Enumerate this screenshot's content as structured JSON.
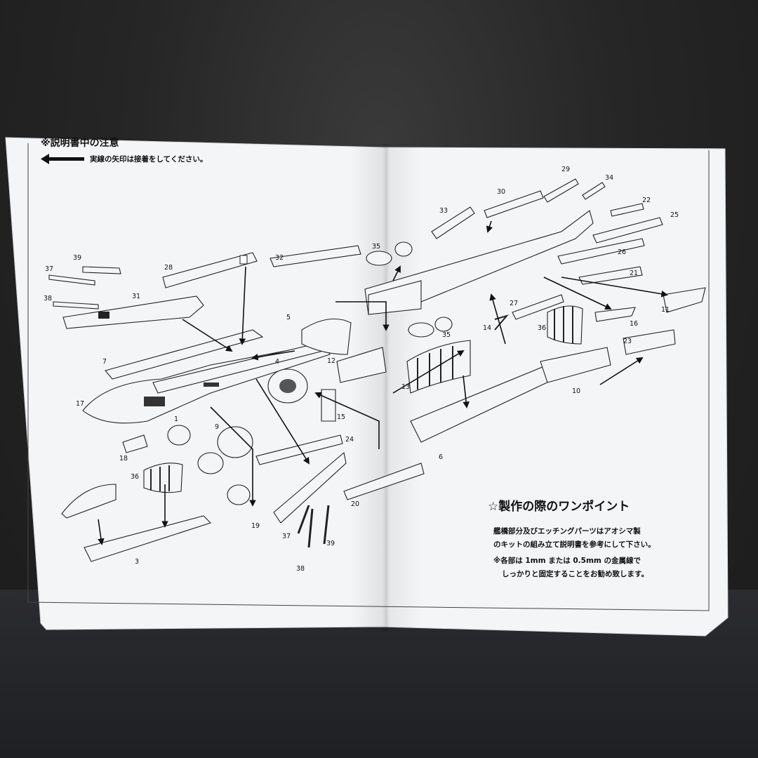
{
  "sheet": {
    "header_title": "※説明書中の注意",
    "header_note": "実線の矢印は接着をしてください。",
    "onepoint_heading": "☆製作の際のワンポイント",
    "onepoint_lines": [
      "艦橋部分及びエッチングパーツはアオシマ製",
      "のキットの組み立て説明書を参考にして下さい。",
      "※各部は 1mm または 0.5mm の金属線で",
      "しっかりと固定することをお勧め致します。"
    ]
  },
  "part_numbers": [
    "29",
    "34",
    "30",
    "22",
    "33",
    "25",
    "35",
    "32",
    "26",
    "28",
    "39",
    "21",
    "37",
    "31",
    "38",
    "11",
    "27",
    "16",
    "5",
    "14",
    "36",
    "35",
    "12",
    "23",
    "7",
    "4",
    "13",
    "10",
    "17",
    "15",
    "1",
    "9",
    "18",
    "24",
    "6",
    "36",
    "20",
    "19",
    "37",
    "39",
    "3",
    "38"
  ],
  "colors": {
    "paper": "#f4f5f7",
    "ink": "#111111",
    "background": "#232323"
  }
}
